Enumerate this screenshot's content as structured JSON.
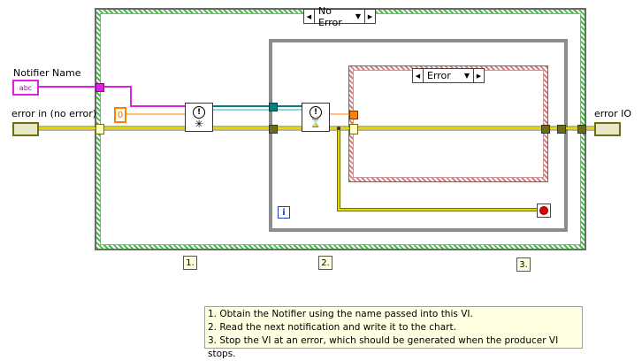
{
  "labels": {
    "notifier_name": "Notifier Name",
    "error_in": "error in (no error)",
    "error_out": "error IO"
  },
  "string_control_text": "abc",
  "numeric_constant": "0",
  "case_structure": {
    "selector_value": "No Error",
    "left_arrow": "◀",
    "right_arrow": "▶",
    "dropdown": "▼"
  },
  "inner_case": {
    "selector_value": "Error",
    "left_arrow": "◀",
    "right_arrow": "▶",
    "dropdown": "▼"
  },
  "loop_iteration_terminal": "i",
  "nodes": {
    "obtain_notifier_glyph": "!",
    "wait_notification_glyph": "!"
  },
  "steps": [
    "1.",
    "2.",
    "3."
  ],
  "comment": {
    "lines": [
      "1. Obtain the Notifier using the name passed into this VI.",
      "2. Read the next notification and write it to the chart.",
      "3. Stop the VI at an error, which should be generated when the producer VI stops."
    ]
  },
  "colors": {
    "string_wire": "#e020e0",
    "error_wire": "#8a8a00",
    "refnum_wire": "#008080",
    "numeric_wire": "#ff8000",
    "case_border": "#3fbf3f",
    "inner_case_border": "#e07a7a",
    "loop_border": "#8c8c8c"
  }
}
